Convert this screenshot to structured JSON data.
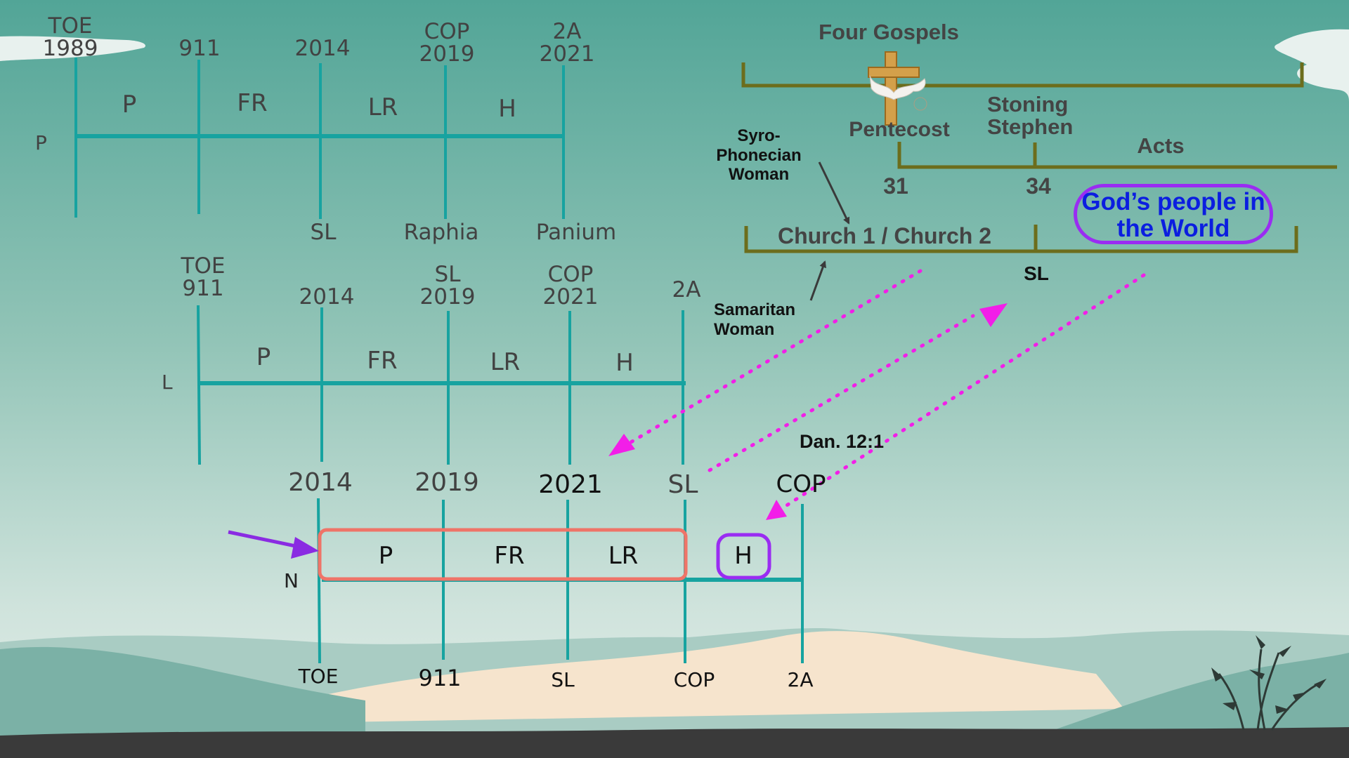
{
  "timeline_p": {
    "row_label": "P",
    "top_labels": [
      "TOE 1989",
      "911",
      "2014",
      "COP 2019",
      "2A 2021"
    ],
    "segments": [
      "P",
      "FR",
      "LR",
      "H"
    ],
    "bottom_labels": [
      "SL",
      "Raphia",
      "Panium"
    ]
  },
  "timeline_l": {
    "row_label": "L",
    "top_labels": [
      "TOE 911",
      "2014",
      "SL 2019",
      "COP 2021",
      "2A"
    ],
    "segments": [
      "P",
      "FR",
      "LR",
      "H"
    ]
  },
  "timeline_n": {
    "row_label": "N",
    "top_labels": [
      "2014",
      "2019",
      "2021",
      "SL",
      "COP"
    ],
    "segments": [
      "P",
      "FR",
      "LR",
      "H"
    ],
    "bottom_labels": [
      "TOE",
      "911",
      "SL",
      "COP",
      "2A"
    ]
  },
  "church": {
    "four_gospels": "Four Gospels",
    "pentecost": "Pentecost",
    "stoning_stephen": "Stoning Stephen",
    "acts": "Acts",
    "year_31": "31",
    "year_34": "34",
    "syro_phonecian": "Syro-Phonecian Woman",
    "church_1_2": "Church 1 / Church 2",
    "samaritan": "Samaritan Woman",
    "sl": "SL",
    "gods_people": "God’s people in the World"
  },
  "dan_ref": "Dan. 12:1",
  "colors": {
    "sky_top": "#52a597",
    "sky_bottom": "#e4eeea",
    "timeline": "#17a3a0",
    "bracket": "#6c6d1c",
    "dotted_arrow": "#f21ee8",
    "highlight_box": "#ef7468",
    "h_box": "#9a2cf2",
    "pointer_arrow": "#8a2be2",
    "gods_people_text": "#0b1ee0",
    "ground": "#3a3a3a"
  }
}
